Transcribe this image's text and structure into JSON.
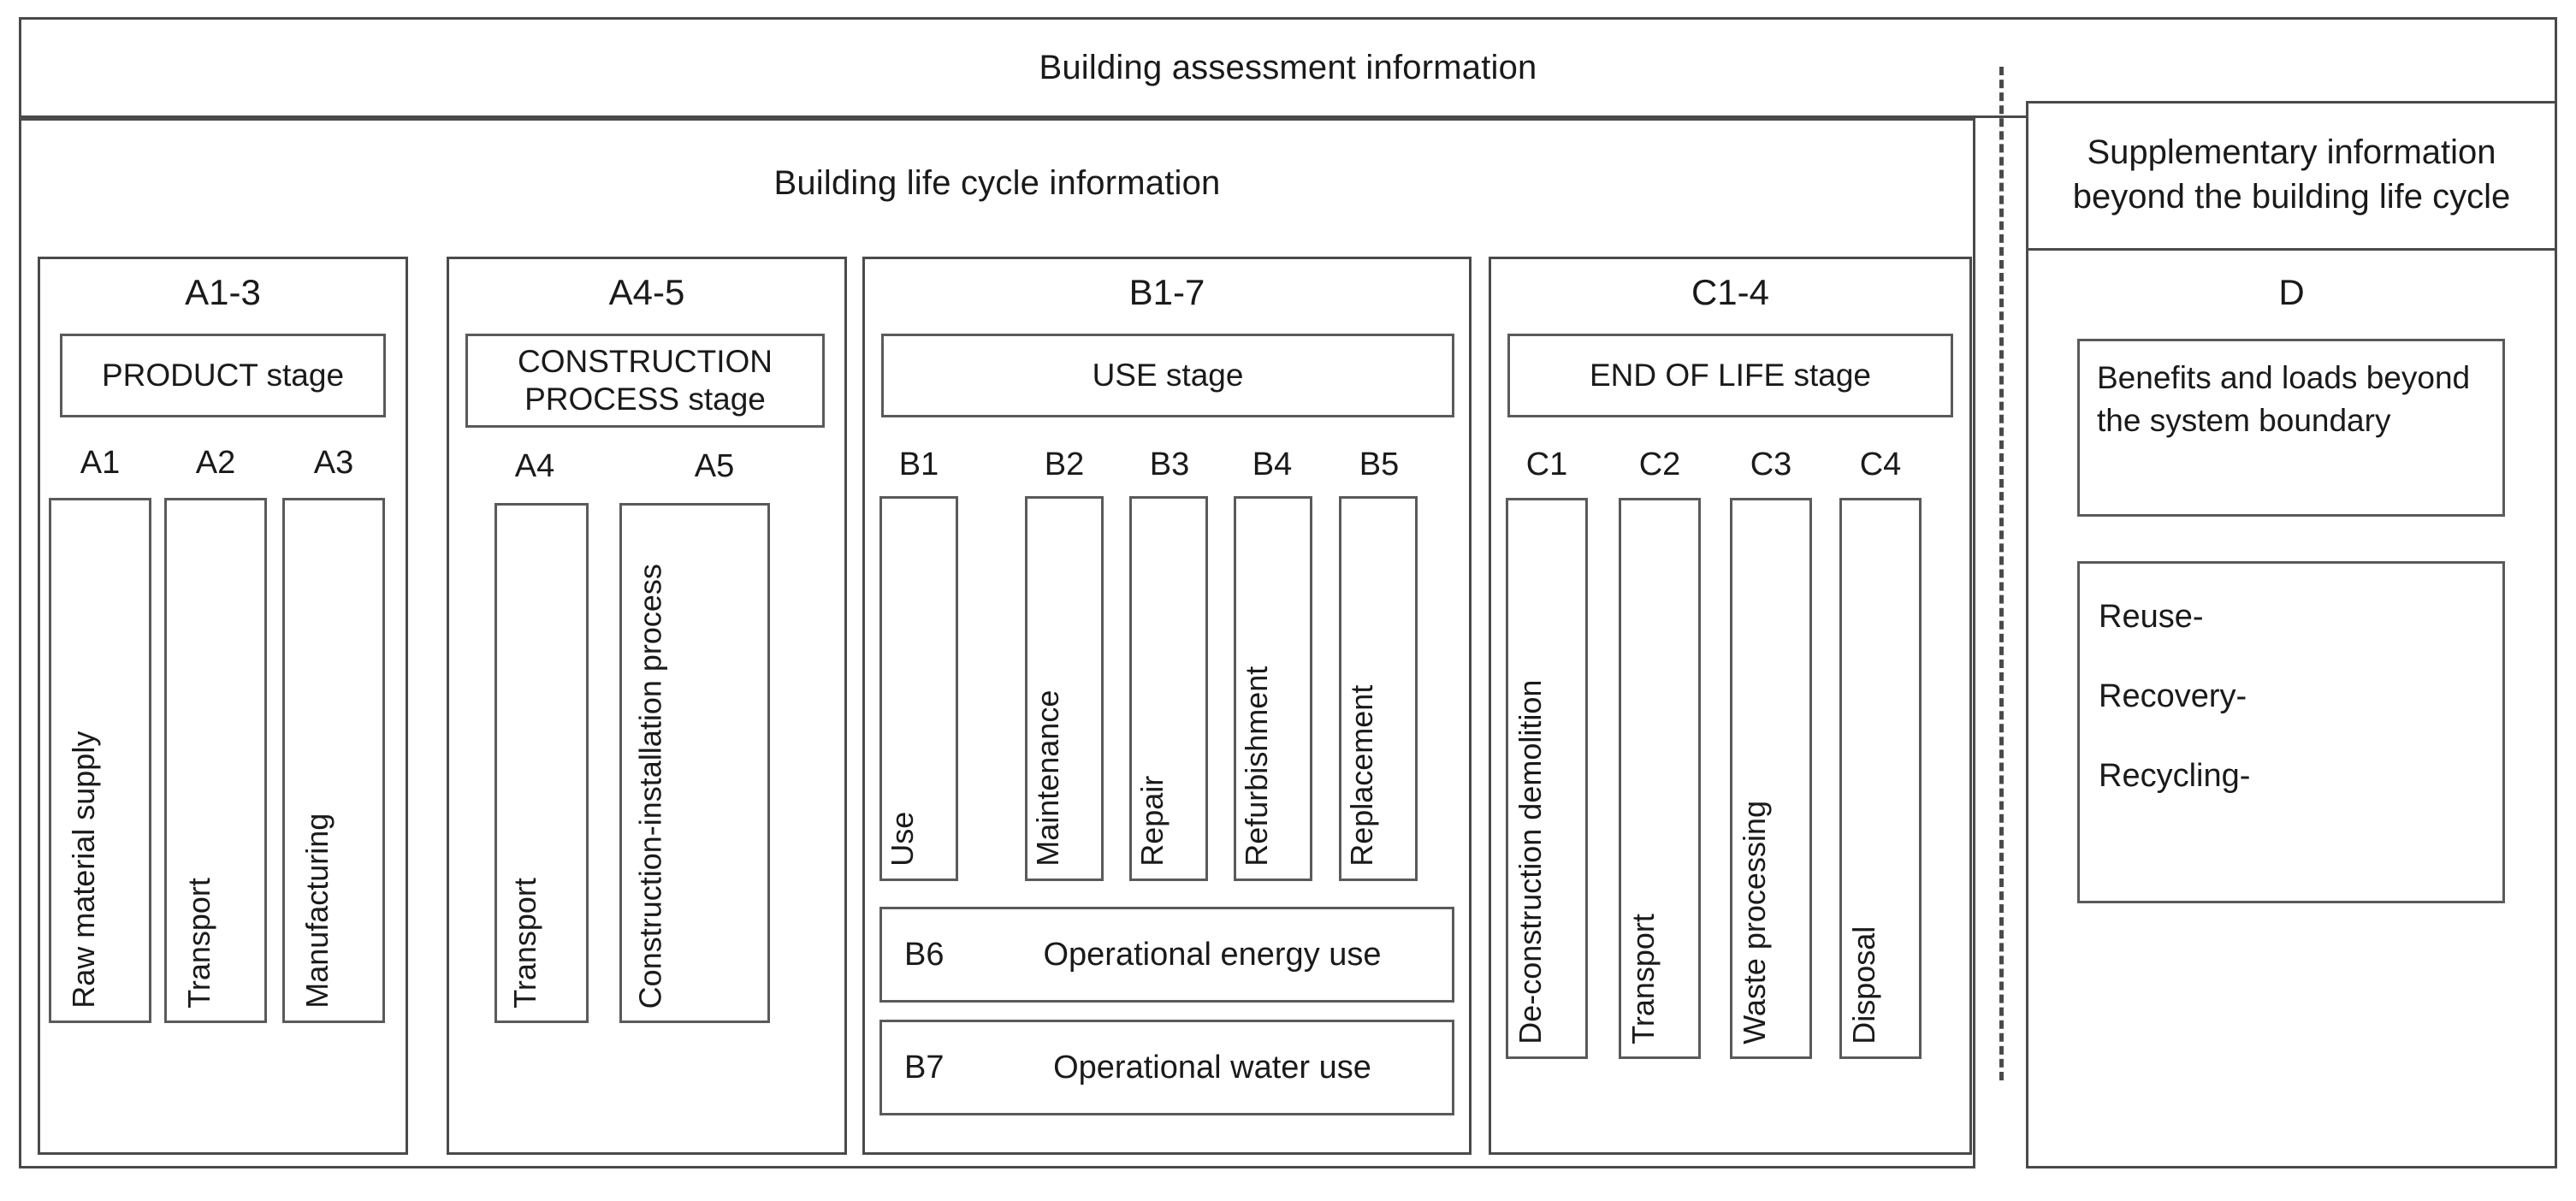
{
  "diagram": {
    "title_banner": "Building assessment information",
    "lifecycle_banner": "Building life cycle information",
    "supplementary_banner": "Supplementary information beyond the building life cycle"
  },
  "panels": [
    {
      "code": "A1-3",
      "stage_label": "PRODUCT stage",
      "modules": [
        {
          "code": "A1",
          "label": "Raw material supply"
        },
        {
          "code": "A2",
          "label": "Transport"
        },
        {
          "code": "A3",
          "label": "Manufacturing"
        }
      ]
    },
    {
      "code": "A4-5",
      "stage_label": "CONSTRUCTION PROCESS stage",
      "modules": [
        {
          "code": "A4",
          "label": "Transport"
        },
        {
          "code": "A5",
          "label": "Construction-installation process"
        }
      ]
    },
    {
      "code": "B1-7",
      "stage_label": "USE stage",
      "modules": [
        {
          "code": "B1",
          "label": "Use"
        },
        {
          "code": "B2",
          "label": "Maintenance"
        },
        {
          "code": "B3",
          "label": "Repair"
        },
        {
          "code": "B4",
          "label": "Refurbishment"
        },
        {
          "code": "B5",
          "label": "Replacement"
        }
      ],
      "rows": [
        {
          "code": "B6",
          "label": "Operational energy use"
        },
        {
          "code": "B7",
          "label": "Operational water use"
        }
      ]
    },
    {
      "code": "C1-4",
      "stage_label": "END OF LIFE stage",
      "modules": [
        {
          "code": "C1",
          "label": "De-construction demolition"
        },
        {
          "code": "C2",
          "label": "Transport"
        },
        {
          "code": "C3",
          "label": "Waste processing"
        },
        {
          "code": "C4",
          "label": "Disposal"
        }
      ]
    }
  ],
  "supplementary": {
    "code": "D",
    "benefits_box": "Benefits and loads beyond the system boundary",
    "reuse_lines": [
      "Reuse-",
      "Recovery-",
      "Recycling-"
    ]
  },
  "colors": {
    "border": "#4a4a4a",
    "inner_border": "#5a5a5a",
    "text": "#1a1a1a",
    "background": "#ffffff"
  }
}
